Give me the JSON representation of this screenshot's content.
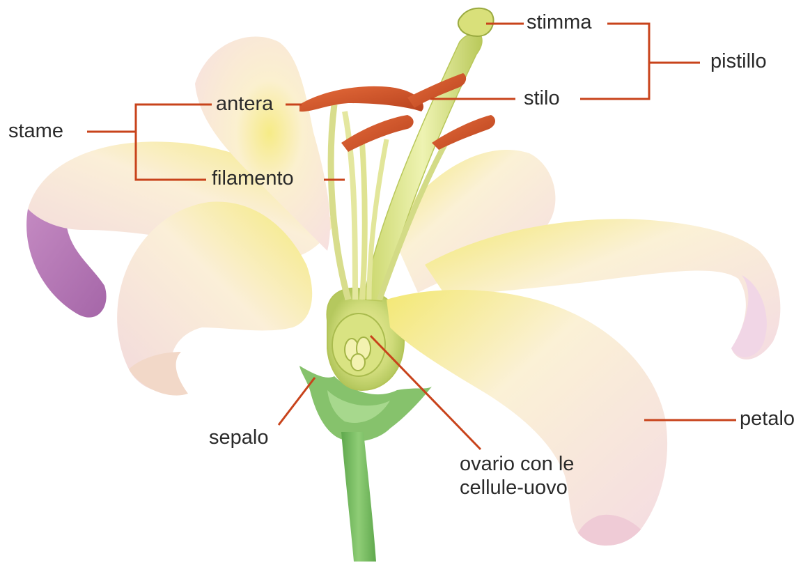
{
  "labels": {
    "stimma": "stimma",
    "pistillo": "pistillo",
    "antera": "antera",
    "stilo": "stilo",
    "stame": "stame",
    "filamento": "filamento",
    "petalo": "petalo",
    "sepalo": "sepalo",
    "ovario_line1": "ovario con le",
    "ovario_line2": "cellule-uovo"
  },
  "colors": {
    "leader_line": "#c8431b",
    "label_text": "#2a2a2a",
    "petal": "#fbeedd",
    "petal_yellow": "#f2e45a",
    "petal_violet": "#b77ab8",
    "stem_green": "#7fbf66",
    "anther_orange": "#d4562a"
  }
}
